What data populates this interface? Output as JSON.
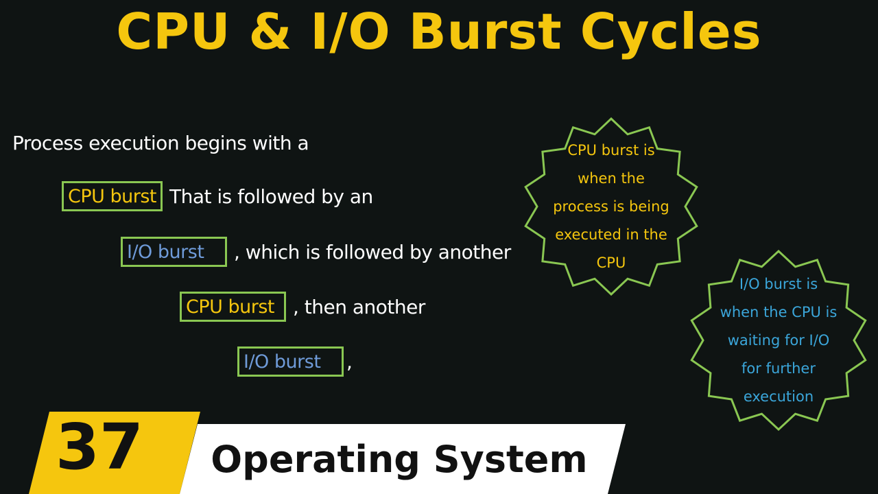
{
  "title": "CPU & I/O Burst Cycles",
  "intro": "Process execution begins with a",
  "rows": [
    {
      "box": "CPU burst",
      "text": "That is followed by an"
    },
    {
      "box": "I/O burst",
      "text": ", which is followed by another"
    },
    {
      "box": "CPU burst",
      "text": ", then another"
    },
    {
      "box": "I/O burst",
      "text": ","
    }
  ],
  "callouts": {
    "cpu": [
      "CPU burst is",
      "when the",
      "process is being",
      "executed in the",
      "CPU"
    ],
    "io": [
      "I/O burst is",
      "when the CPU is",
      "waiting for I/O",
      "for further",
      "execution"
    ]
  },
  "episode_number": "37",
  "series_name": "Operating System",
  "colors": {
    "background": "#0f1413",
    "accent_yellow": "#f5c60e",
    "box_border_green": "#8ac752",
    "io_blue": "#6f9bd9",
    "callout_blue": "#3ba6da"
  }
}
